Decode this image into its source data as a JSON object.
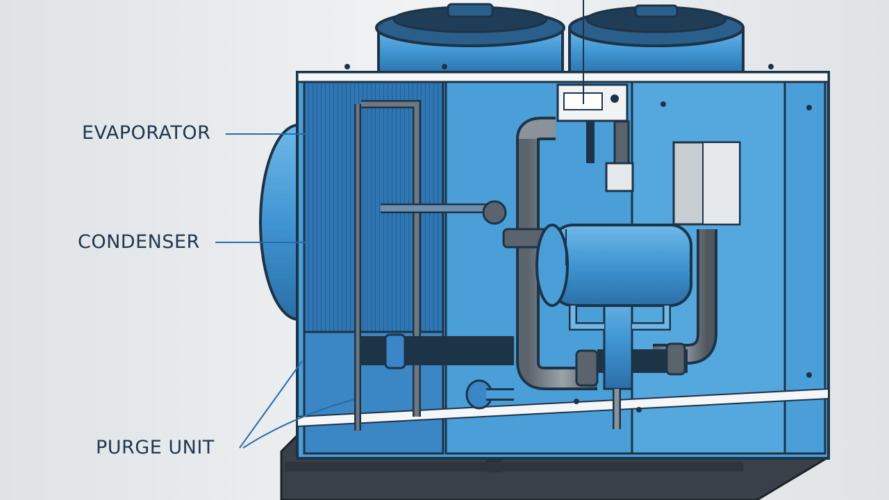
{
  "labels": {
    "evaporator": "EVAPORATOR",
    "condenser": "CONDENSER",
    "purge_unit": "PURGE UNIT"
  },
  "colors": {
    "background": "#e9ecee",
    "body_blue": "#4a9fd8",
    "body_dark": "#2f6fa3",
    "panel_blue": "#3b86c4",
    "outline": "#1d3346",
    "pipe_gray": "#6f7780",
    "base_dark": "#3a4049",
    "leader_line": "#2a6aa8",
    "label_text": "#1f3550"
  }
}
